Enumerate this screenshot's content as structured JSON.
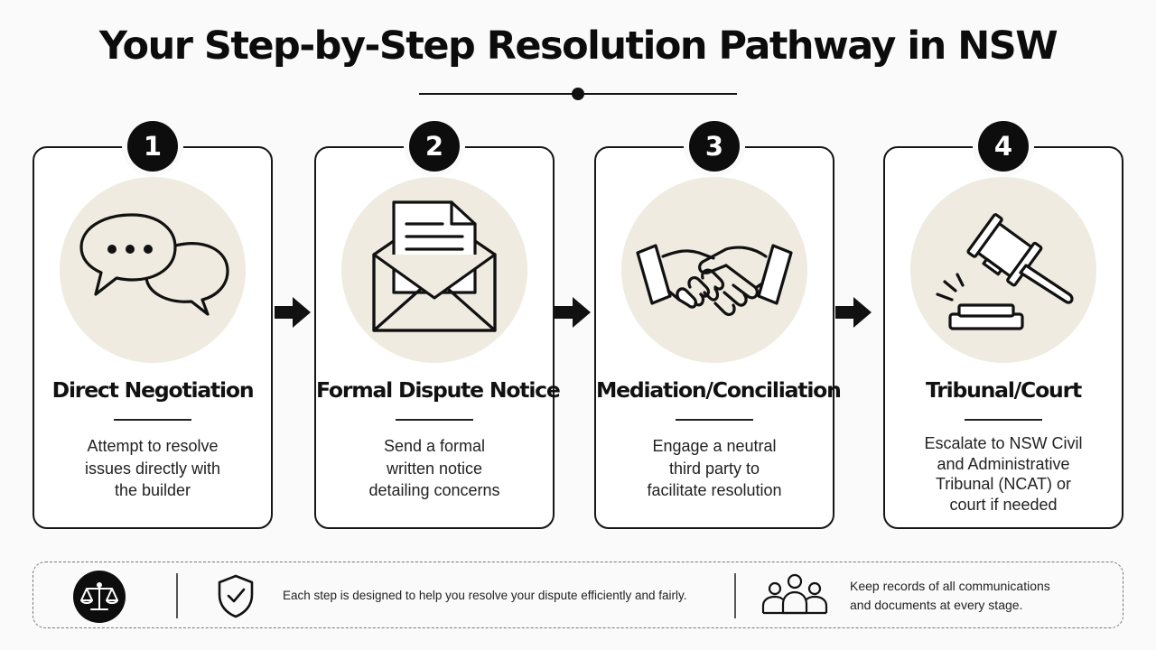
{
  "header": {
    "title": "Your Step-by-Step Resolution Pathway in NSW"
  },
  "steps": [
    {
      "number": "1",
      "title": "Direct Negotiation",
      "icon": "speech-bubbles-icon",
      "desc": [
        "Attempt to resolve",
        "issues directly with",
        "the builder"
      ]
    },
    {
      "number": "2",
      "title": "Formal Dispute Notice",
      "icon": "envelope-letter-icon",
      "desc": [
        "Send a formal",
        "written notice",
        "detailing concerns"
      ]
    },
    {
      "number": "3",
      "title": "Mediation/Conciliation",
      "icon": "handshake-icon",
      "desc": [
        "Engage a neutral",
        "third party to",
        "facilitate resolution"
      ]
    },
    {
      "number": "4",
      "title": "Tribunal/Court",
      "icon": "gavel-icon",
      "desc": [
        "Escalate to NSW Civil",
        "and Administrative",
        "Tribunal (NCAT) or",
        "court if needed"
      ]
    }
  ],
  "footer": {
    "note": "Each step is designed to help you resolve your dispute efficiently and fairly.",
    "records": [
      "Keep records of all communications",
      "and documents at every stage."
    ],
    "icons": [
      "scales-icon",
      "shield-check-icon",
      "people-icon"
    ]
  },
  "colors": {
    "ink": "#111111",
    "icon_bg": "#f0ebe0",
    "card_bg": "#ffffff",
    "page_bg": "#fafafa"
  }
}
